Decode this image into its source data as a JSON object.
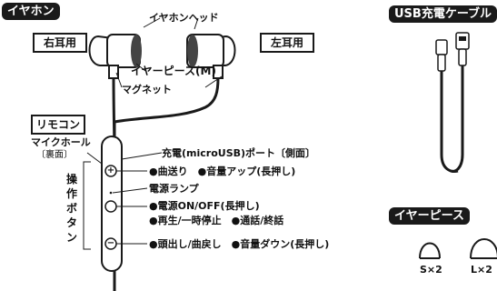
{
  "earphone": {
    "section_title": "イヤホン",
    "right_label": "右耳用",
    "left_label": "左耳用",
    "head_label": "イヤホンヘッド",
    "piece_label": "イヤーピース(M)",
    "magnet_label": "マグネット"
  },
  "cable": {
    "section_title": "USB充電ケーブル"
  },
  "remote": {
    "section_title": "リモコン",
    "mic_label": "マイクホール",
    "mic_sub": "〔裏面〕",
    "buttons_label": [
      "操",
      "作",
      "ボ",
      "タ",
      "ン"
    ],
    "charge_port": "充電(microUSB)ポート〔側面〕",
    "plus_func": "●曲送り　●音量アップ(長押し)",
    "lamp": "電源ランプ",
    "center_func1": "●電源ON/OFF(長押し)",
    "center_func2": "●再生/一時停止　●通話/終話",
    "minus_func": "●頭出し/曲戻し　●音量ダウン(長押し)",
    "plus_symbol": "+",
    "minus_symbol": "−"
  },
  "eartips": {
    "section_title": "イヤーピース",
    "small": "S×2",
    "large": "L×2"
  }
}
